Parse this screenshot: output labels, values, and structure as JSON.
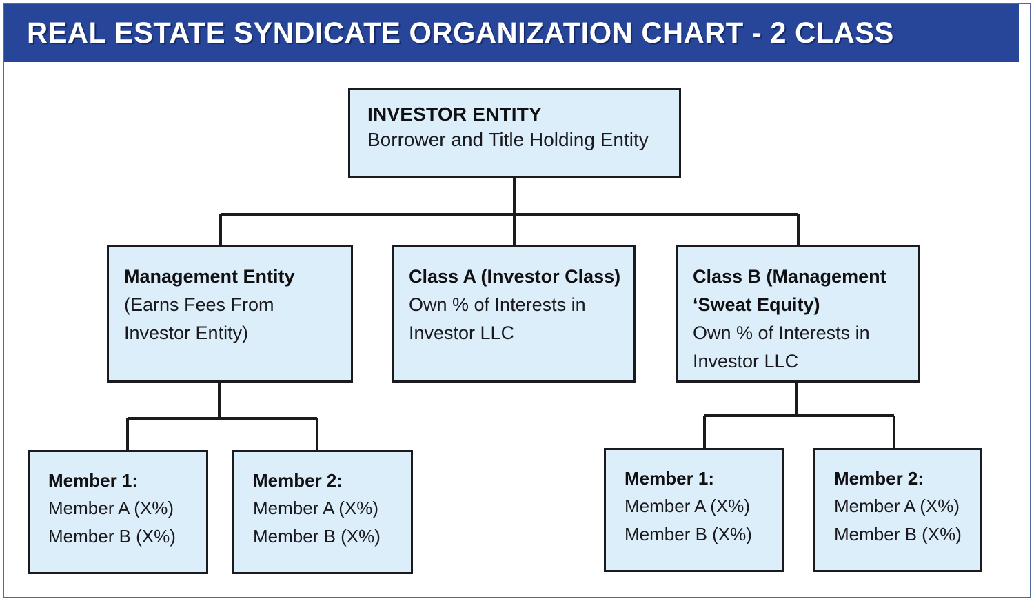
{
  "header": {
    "title": "REAL ESTATE SYNDICATE ORGANIZATION CHART - 2 CLASS",
    "background_color": "#27469a",
    "text_color": "#ffffff"
  },
  "theme": {
    "node_fill": "#ddeefb",
    "node_border": "#1b1b1f",
    "connector_color": "#1b1b1f",
    "page_frame": "#51699e"
  },
  "chart_data": {
    "type": "diagram",
    "title": "REAL ESTATE SYNDICATE ORGANIZATION CHART - 2 CLASS",
    "nodes": [
      {
        "id": "investor-entity",
        "title": "INVESTOR ENTITY",
        "lines": [
          "Borrower and Title Holding Entity"
        ],
        "level": 0
      },
      {
        "id": "management-entity",
        "title": "Management Entity",
        "lines": [
          "(Earns Fees From",
          "Investor Entity)"
        ],
        "level": 1
      },
      {
        "id": "class-a",
        "title": "Class A (Investor Class)",
        "lines": [
          "Own % of Interests in",
          "Investor LLC"
        ],
        "level": 1
      },
      {
        "id": "class-b",
        "title": "Class B (Management ‘Sweat Equity)",
        "lines": [
          "Own % of Interests in",
          "Investor LLC"
        ],
        "level": 1
      },
      {
        "id": "mgmt-member-1",
        "title": "Member 1:",
        "lines": [
          "Member A (X%)",
          "Member B (X%)"
        ],
        "level": 2
      },
      {
        "id": "mgmt-member-2",
        "title": "Member 2:",
        "lines": [
          "Member A (X%)",
          "Member B (X%)"
        ],
        "level": 2
      },
      {
        "id": "classb-member-1",
        "title": "Member 1:",
        "lines": [
          "Member A (X%)",
          "Member B (X%)"
        ],
        "level": 2
      },
      {
        "id": "classb-member-2",
        "title": "Member 2:",
        "lines": [
          "Member A (X%)",
          "Member B (X%)"
        ],
        "level": 2
      }
    ],
    "edges": [
      {
        "from": "investor-entity",
        "to": "management-entity"
      },
      {
        "from": "investor-entity",
        "to": "class-a"
      },
      {
        "from": "investor-entity",
        "to": "class-b"
      },
      {
        "from": "management-entity",
        "to": "mgmt-member-1"
      },
      {
        "from": "management-entity",
        "to": "mgmt-member-2"
      },
      {
        "from": "class-b",
        "to": "classb-member-1"
      },
      {
        "from": "class-b",
        "to": "classb-member-2"
      }
    ]
  },
  "nodes": {
    "root": {
      "title": "INVESTOR ENTITY",
      "line1": "Borrower and Title Holding Entity"
    },
    "management": {
      "title": "Management Entity",
      "line1": "(Earns Fees From",
      "line2": "Investor Entity)"
    },
    "class_a": {
      "title": "Class A (Investor Class)",
      "line1": "Own % of Interests in",
      "line2": "Investor LLC"
    },
    "class_b": {
      "title": "Class B (Management ‘Sweat Equity)",
      "line1": "Own % of Interests in",
      "line2": "Investor LLC"
    },
    "member1": {
      "title": "Member 1:",
      "line1": "Member A (X%)",
      "line2": "Member B (X%)"
    },
    "member2": {
      "title": "Member 2:",
      "line1": "Member A (X%)",
      "line2": "Member B (X%)"
    },
    "member3": {
      "title": "Member 1:",
      "line1": "Member A (X%)",
      "line2": "Member B (X%)"
    },
    "member4": {
      "title": "Member 2:",
      "line1": "Member A (X%)",
      "line2": "Member B (X%)"
    }
  }
}
